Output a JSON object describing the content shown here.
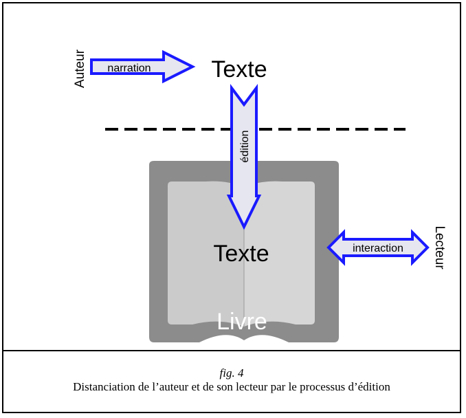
{
  "diagram": {
    "author_label": "Auteur",
    "narration_label": "narration",
    "text_top": "Texte",
    "edition_label": "édition",
    "text_book": "Texte",
    "book_label": "Livre",
    "interaction_label": "interaction",
    "reader_label": "Lecteur"
  },
  "caption": {
    "figure": "fig. 4",
    "text": "Distanciation de l’auteur et de son lecteur par le processus d’édition"
  },
  "colors": {
    "arrow_stroke": "#1a1aff",
    "arrow_fill": "#e6e6f0",
    "book_cover": "#8c8c8c",
    "book_page": "#c8c8c8",
    "book_page_light": "#d9d9d9"
  }
}
